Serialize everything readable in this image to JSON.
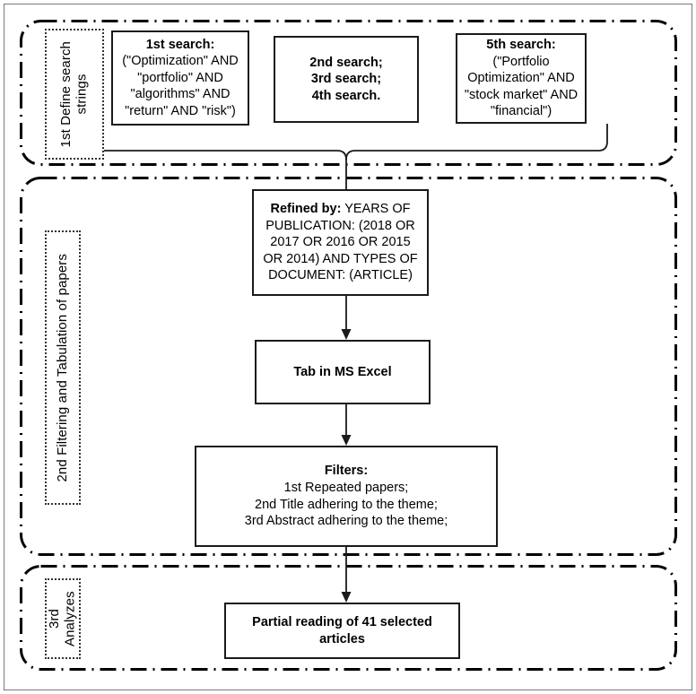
{
  "figure": {
    "type": "flowchart",
    "title": "Systematic literature search and filtering process",
    "orientation": "top-to-bottom",
    "stage_count": 3,
    "accent_color": "#000000",
    "background_color": "#ffffff",
    "stage_border_style": "dash-dot rounded",
    "label_border_style": "dotted"
  },
  "stages": [
    {
      "id": "define-search-strings",
      "label": "1st Define search\nstrings",
      "label_rotation": "vertical-180",
      "boxes": [
        {
          "id": "search-1",
          "heading": "1st search:",
          "body": "(\"Optimization\" AND\n\"portfolio\" AND\n\"algorithms\" AND\n\"return\" AND \"risk\")"
        },
        {
          "id": "search-234",
          "heading": "",
          "body": "2nd search;\n3rd search;\n4th search.",
          "bold_body": true
        },
        {
          "id": "search-5",
          "heading": "5th search:",
          "body": "(\"Portfolio\nOptimization\" AND\n\"stock market\" AND\n\"financial\")"
        }
      ]
    },
    {
      "id": "filtering-tabulation",
      "label": "2nd Filtering and Tabulation of papers",
      "label_rotation": "vertical-180",
      "boxes": [
        {
          "id": "refined-by",
          "heading": "Refined by:",
          "body": " YEARS OF PUBLICATION: (2018 OR 2017 OR 2016 OR 2015 OR 2014) AND TYPES OF DOCUMENT: (ARTICLE)",
          "inline_heading": true
        },
        {
          "id": "tab-ms-excel",
          "heading": "Tab in MS Excel",
          "body": "",
          "bold_heading": true
        },
        {
          "id": "filters",
          "heading": "Filters:",
          "body": "1st Repeated papers;\n2nd Title adhering to the theme;\n3rd Abstract adhering to the theme;"
        }
      ]
    },
    {
      "id": "analyzes",
      "label": "3rd Analyzes",
      "label_rotation": "vertical-180",
      "boxes": [
        {
          "id": "partial-reading",
          "heading": "Partial reading of 41 selected articles",
          "body": "",
          "bold_heading": true
        }
      ]
    }
  ],
  "connectors": [
    {
      "id": "merge-bracket",
      "from": [
        "search-1",
        "search-234",
        "search-5"
      ],
      "to": "refined-by",
      "style": "rounded-bracket-merge"
    },
    {
      "id": "refined-to-excel",
      "from": "refined-by",
      "to": "tab-ms-excel",
      "style": "arrow-down"
    },
    {
      "id": "excel-to-filters",
      "from": "tab-ms-excel",
      "to": "filters",
      "style": "arrow-down"
    },
    {
      "id": "filters-to-partial",
      "from": "filters",
      "to": "partial-reading",
      "style": "arrow-down"
    }
  ],
  "numbers": {
    "selected_articles": 41,
    "publication_years": [
      2018,
      2017,
      2016,
      2015,
      2014
    ],
    "document_type": "ARTICLE"
  }
}
